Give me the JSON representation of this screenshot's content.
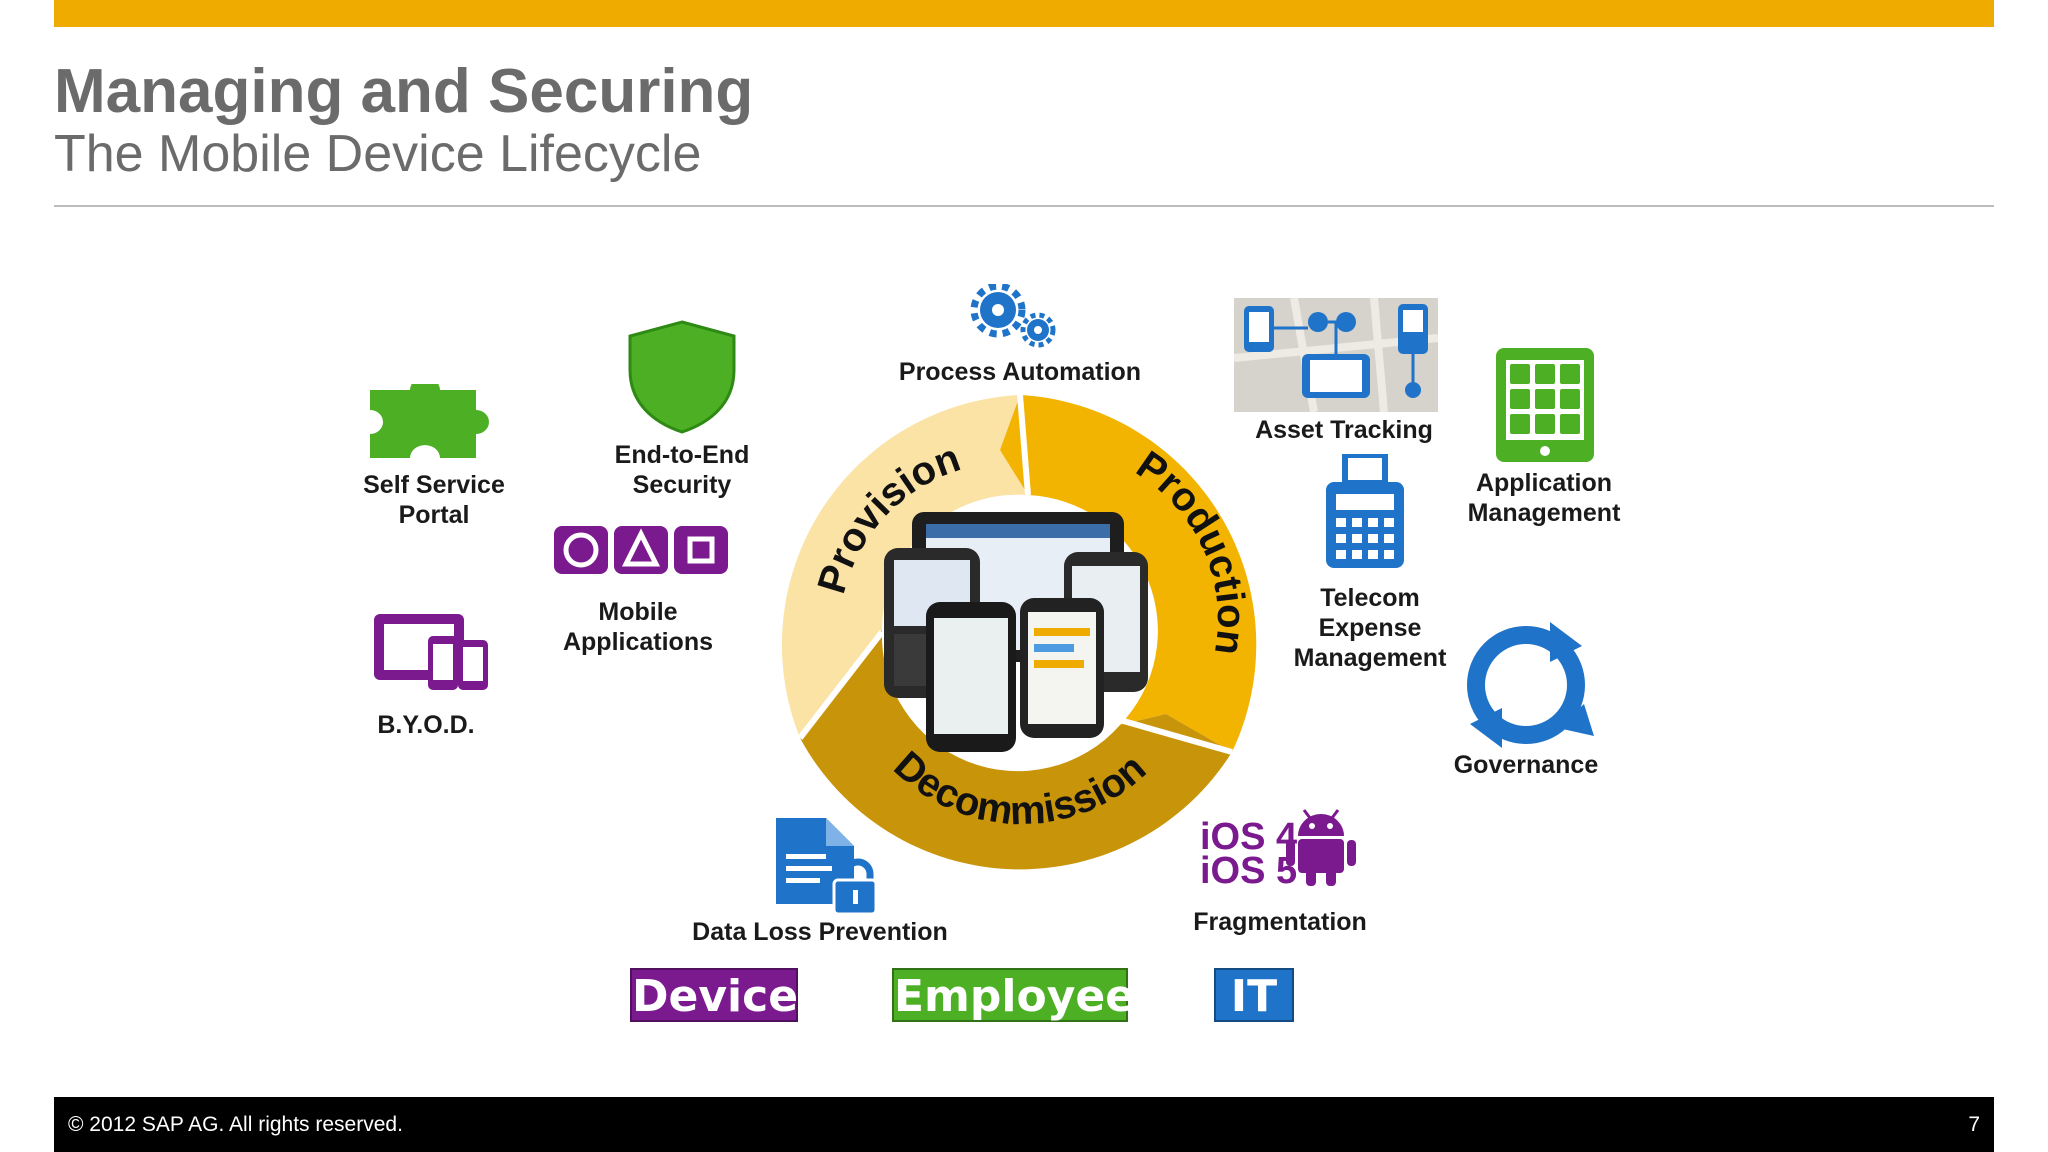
{
  "header": {
    "title": "Managing and Securing",
    "subtitle": "The Mobile Device Lifecycle"
  },
  "colors": {
    "brand_gold": "#f0ab00",
    "green": "#4caf24",
    "purple": "#7b1a8f",
    "blue": "#1f73c8"
  },
  "cycle": {
    "phases": [
      "Provision",
      "Production",
      "Decommission"
    ]
  },
  "topics": {
    "self_service": [
      "Self Service",
      "Portal"
    ],
    "security": [
      "End-to-End",
      "Security"
    ],
    "mobile_apps": [
      "Mobile",
      "Applications"
    ],
    "byod": "B.Y.O.D.",
    "process_automation": "Process Automation",
    "asset_tracking": "Asset Tracking",
    "app_mgmt": [
      "Application",
      "Management"
    ],
    "telecom": [
      "Telecom",
      "Expense",
      "Management"
    ],
    "governance": "Governance",
    "data_loss": "Data Loss Prevention",
    "fragmentation": "Fragmentation"
  },
  "fragmentation_badges": [
    "iOS 4",
    "iOS 5"
  ],
  "tags": [
    "Device",
    "Employee",
    "IT"
  ],
  "footer": {
    "copyright": "© 2012 SAP AG. All rights reserved.",
    "page": "7"
  }
}
